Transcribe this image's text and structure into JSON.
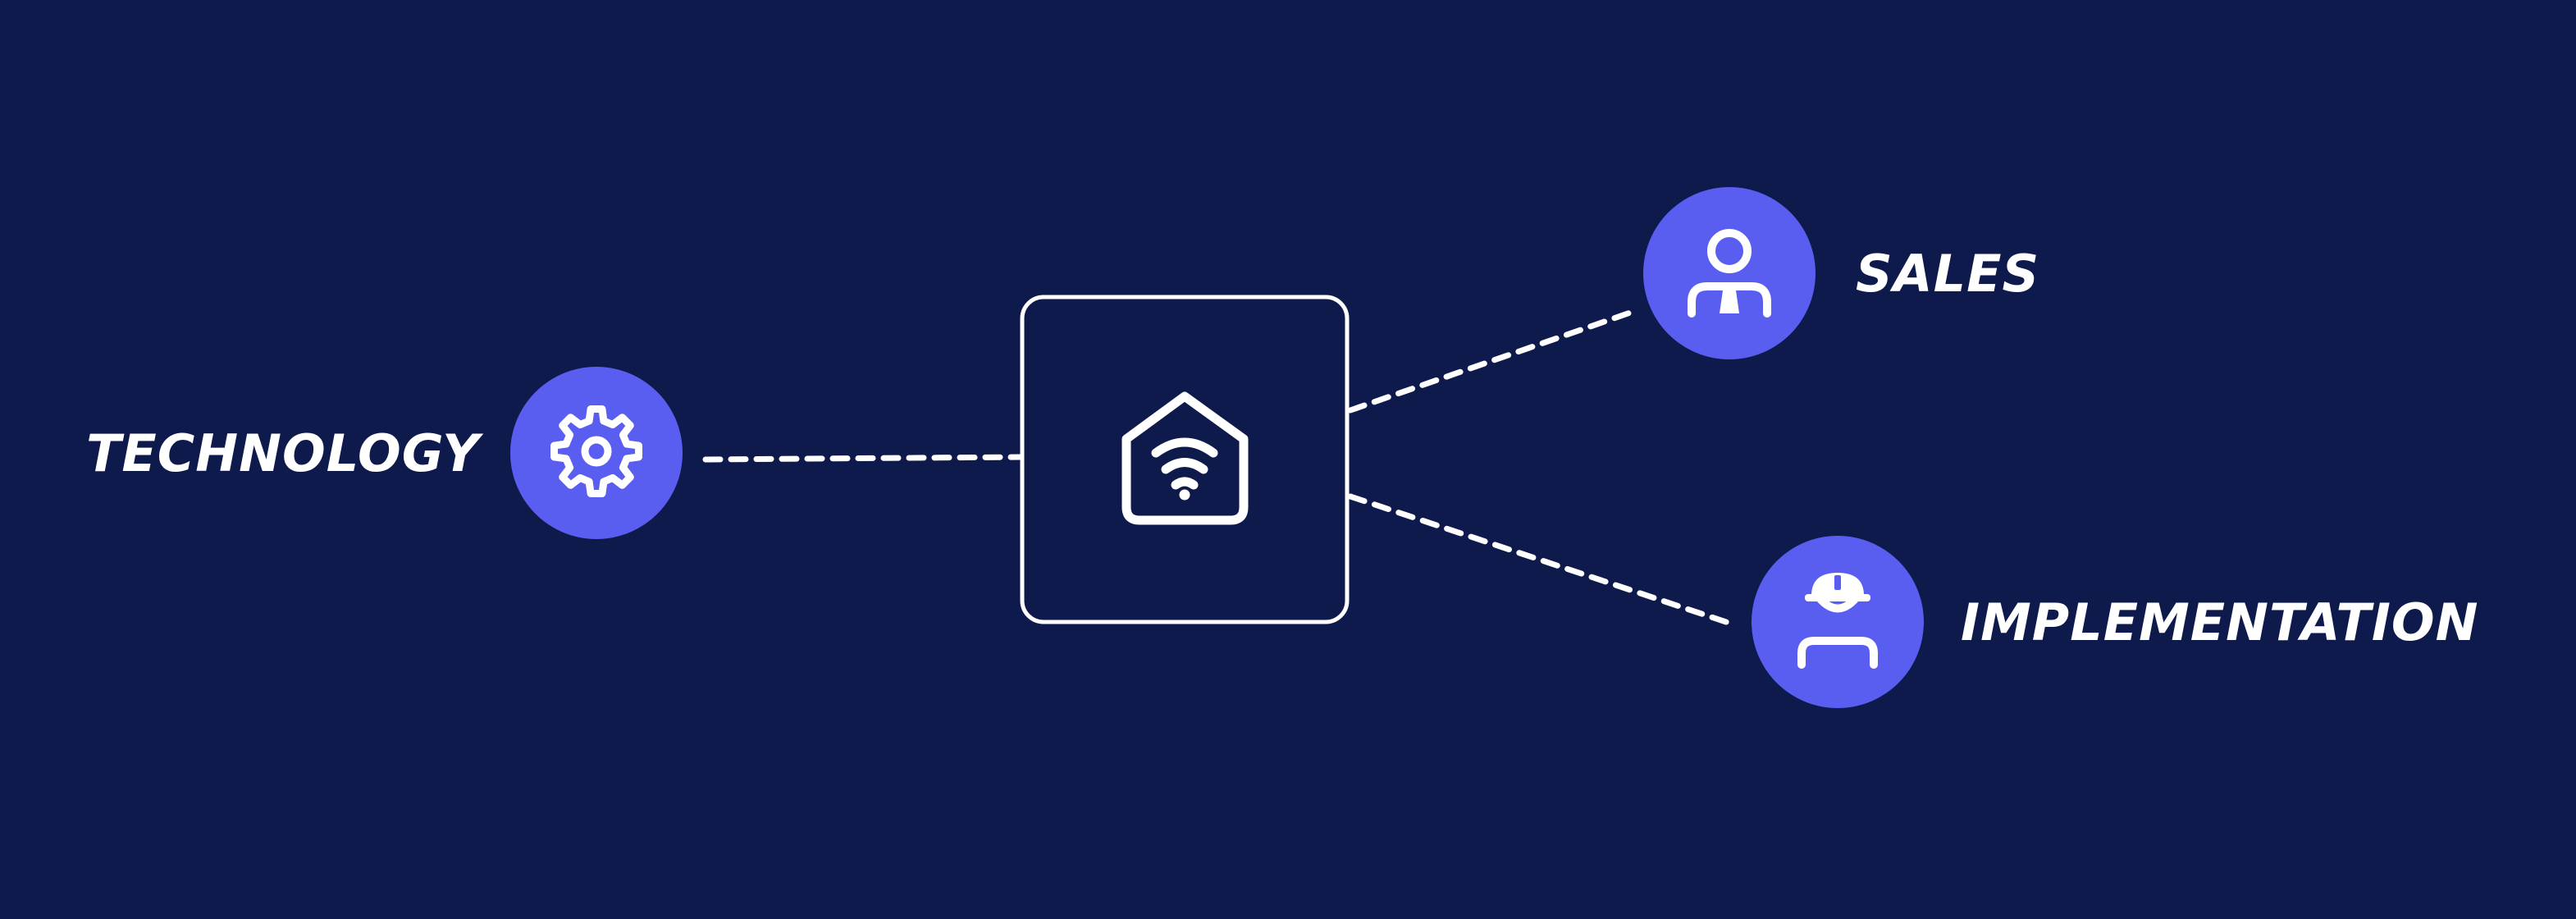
{
  "diagram": {
    "center": {
      "name": "smart-home",
      "icon": "smart-home-wifi-icon"
    },
    "nodes": [
      {
        "id": "technology",
        "label": "TECHNOLOGY",
        "icon": "gear-icon"
      },
      {
        "id": "sales",
        "label": "SALES",
        "icon": "salesperson-icon"
      },
      {
        "id": "implementation",
        "label": "IMPLEMENTATION",
        "icon": "worker-hardhat-icon"
      }
    ],
    "edges": [
      {
        "from": "technology",
        "to": "smart-home",
        "style": "dashed"
      },
      {
        "from": "smart-home",
        "to": "sales",
        "style": "dashed"
      },
      {
        "from": "smart-home",
        "to": "implementation",
        "style": "dashed"
      }
    ]
  },
  "colors": {
    "background": "#0e1a4c",
    "node_fill": "#5a5ef0",
    "stroke": "#ffffff"
  }
}
